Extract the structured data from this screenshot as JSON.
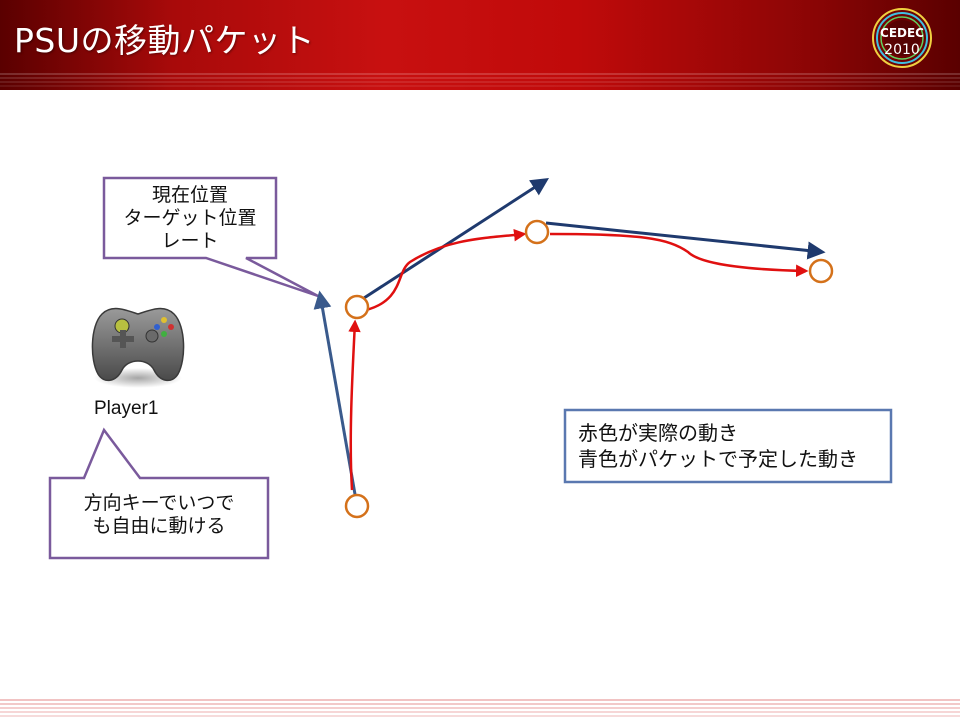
{
  "slide": {
    "title": "PSUの移動パケット",
    "logo_text": "CEDEC",
    "logo_year": "2010"
  },
  "callouts": {
    "position_info": "現在位置\nターゲット位置\nレート",
    "controller_info": "方向キーでいつで\nも自由に動ける",
    "legend": "赤色が実際の動き\n青色がパケットで予定した動き"
  },
  "player": {
    "label": "Player1",
    "icon": "gamepad-icon"
  },
  "colors": {
    "actual_path": "#e01010",
    "planned_path": "#1f3a6e",
    "planned_path_light": "#3a5a8c",
    "node_ring": "#d4711a",
    "callout_border_purple": "#7a5a9c",
    "legend_border_blue": "#5a78b0",
    "header_red": "#c81010"
  }
}
